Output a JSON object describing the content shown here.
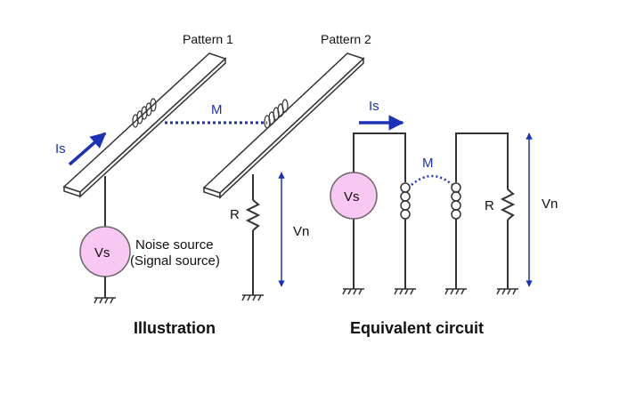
{
  "labels": {
    "pattern1": "Pattern 1",
    "pattern2": "Pattern 2",
    "mutual_illustration": "M",
    "mutual_circuit": "M",
    "is_illustration": "Is",
    "is_circuit": "Is",
    "vs_illustration": "Vs",
    "vs_circuit": "Vs",
    "r_illustration": "R",
    "r_circuit": "R",
    "vn_illustration": "Vn",
    "vn_circuit": "Vn",
    "noise_source_line1": "Noise source",
    "noise_source_line2": "(Signal source)",
    "caption_illustration": "Illustration",
    "caption_circuit": "Equivalent circuit"
  },
  "colors": {
    "source_fill": "#f9c8f2",
    "source_stroke": "#666666",
    "arrow_blue": "#1a32b8",
    "wire": "#333333",
    "pattern_fill": "#ffffff"
  }
}
